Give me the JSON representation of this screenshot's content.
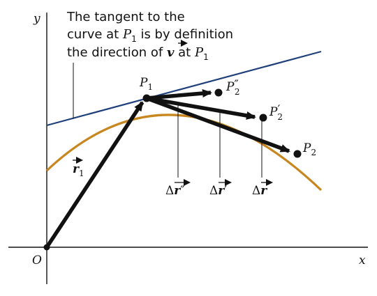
{
  "caption": {
    "line1": "The tangent to the",
    "line2_pre": "curve at ",
    "line2_p": "P",
    "line2_sub": "1",
    "line2_post": " is by definition",
    "line3_pre": "the direction of ",
    "line3_v": "v",
    "line3_mid": " at ",
    "line3_p": "P",
    "line3_sub": "1"
  },
  "axes": {
    "y": "y",
    "x": "x",
    "origin": "O"
  },
  "points": {
    "p1": {
      "letter": "P",
      "sub": "1",
      "prime": ""
    },
    "p2dd": {
      "letter": "P",
      "sub": "2",
      "prime": "″"
    },
    "p2d": {
      "letter": "P",
      "sub": "2",
      "prime": "′"
    },
    "p2": {
      "letter": "P",
      "sub": "2",
      "prime": ""
    }
  },
  "vectors": {
    "r1": {
      "letter": "r",
      "sub": "1"
    },
    "dr_dd": {
      "delta": "Δ",
      "letter": "r",
      "prime": "″"
    },
    "dr_d": {
      "delta": "Δ",
      "letter": "r",
      "prime": "′"
    },
    "dr": {
      "delta": "Δ",
      "letter": "r",
      "prime": ""
    }
  },
  "colors": {
    "curve": "#c8861e",
    "tangent": "#1f3f7a",
    "vector": "#111111",
    "axis": "#111111"
  }
}
